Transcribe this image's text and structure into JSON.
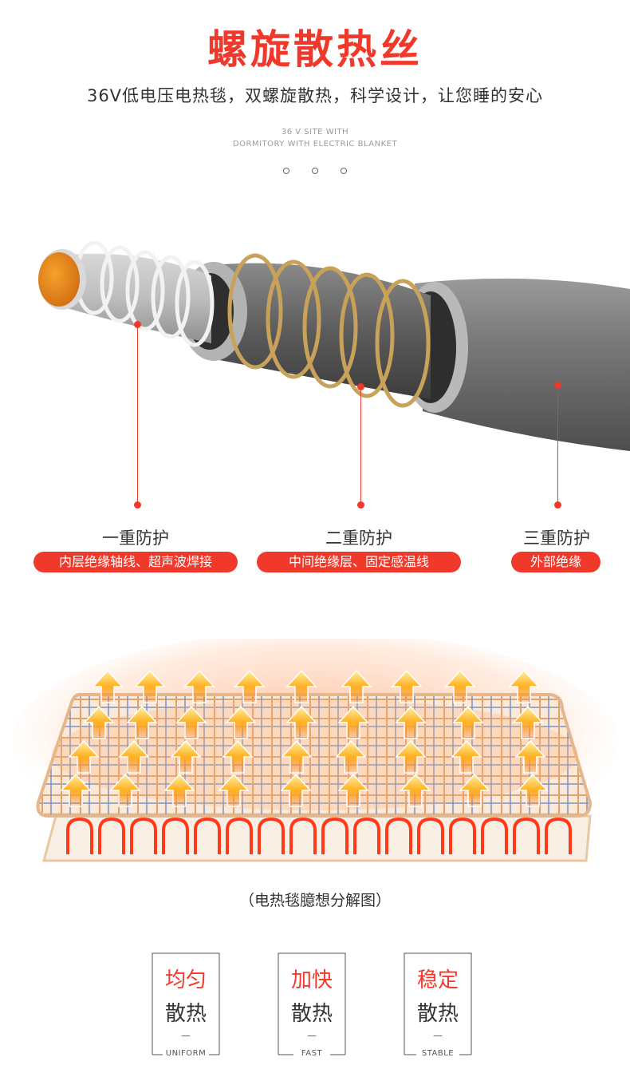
{
  "header": {
    "title": "螺旋散热丝",
    "subtitle": "36V低电压电热毯，双螺旋散热，科学设计，让您睡的安心",
    "english_line1": "36 V SITE WITH",
    "english_line2": "DORMITORY WITH ELECTRIC BLANKET"
  },
  "layers": [
    {
      "title": "一重防护",
      "desc": "内层绝缘轴线、超声波焊接"
    },
    {
      "title": "二重防护",
      "desc": "中间绝缘层、固定感温线"
    },
    {
      "title": "三重防护",
      "desc": "外部绝缘"
    }
  ],
  "diagram": {
    "caption": "（电热毯臆想分解图）"
  },
  "features": [
    {
      "line1": "均匀",
      "line2": "散热",
      "dash": "—",
      "en": "UNIFORM"
    },
    {
      "line1": "加快",
      "line2": "散热",
      "dash": "—",
      "en": "FAST"
    },
    {
      "line1": "稳定",
      "line2": "散热",
      "dash": "—",
      "en": "STABLE"
    }
  ],
  "colors": {
    "accent": "#f0392b",
    "text": "#333333",
    "muted": "#9a9a9a",
    "copper": "#e58a1c",
    "cable_grey": "#6f6f6f",
    "coil_gold": "#c9a25a"
  }
}
